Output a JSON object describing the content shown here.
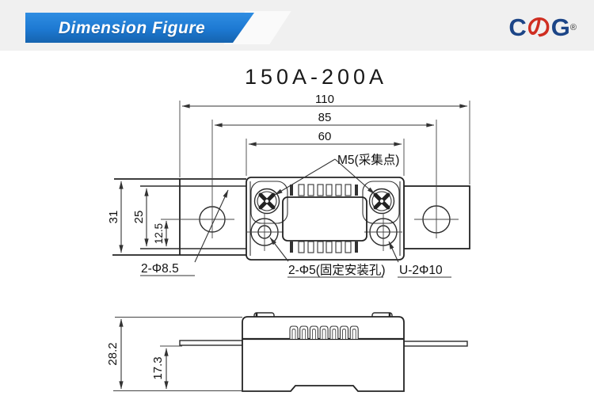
{
  "header": {
    "banner_title": "Dimension Figure",
    "logo_c": "C",
    "logo_no": "の",
    "logo_g": "G",
    "logo_reg": "®"
  },
  "figure_title": "150A-200A",
  "top_view": {
    "dim_overall_width": "110",
    "dim_hole_spacing": "85",
    "dim_body_width": "60",
    "dim_overall_height": "31",
    "dim_tab_width": "25",
    "dim_hole_offset": "12.5",
    "label_sense_screws": "M5(采集点)",
    "label_left_holes": "2-Φ8.5",
    "label_fixing_holes": "2-Φ5(固定安装孔)",
    "label_u_slots": "U-2Φ10"
  },
  "side_view": {
    "dim_overall_height": "28.2",
    "dim_terminal_height": "17.3"
  },
  "colors": {
    "banner_blue": "#1d79d2",
    "logo_blue": "#1c4587",
    "logo_red": "#cf2e21",
    "line_color": "#333333",
    "header_strip": "#f0f0f0"
  }
}
